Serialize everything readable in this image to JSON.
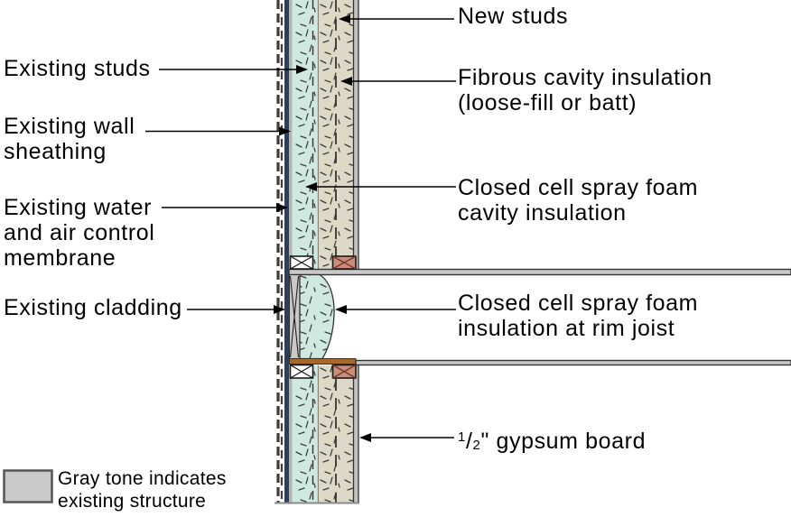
{
  "labels": {
    "existing_studs": {
      "line1": "Existing studs"
    },
    "existing_wall_sheathing": {
      "line1": "Existing wall",
      "line2": "sheathing"
    },
    "existing_membrane": {
      "line1": "Existing water",
      "line2": "and air control",
      "line3": "membrane"
    },
    "existing_cladding": {
      "line1": "Existing cladding"
    },
    "new_studs": {
      "line1": "New studs"
    },
    "fibrous_insulation": {
      "line1": "Fibrous cavity insulation",
      "line2": "(loose-fill or batt)"
    },
    "spray_foam_cavity": {
      "line1": "Closed cell spray foam",
      "line2": "cavity insulation"
    },
    "spray_foam_rim": {
      "line1": "Closed cell spray foam",
      "line2": "insulation at rim joist"
    },
    "gypsum_board": {
      "numerator": "1",
      "slash": "/",
      "denominator": "2",
      "rest": "\" gypsum board"
    },
    "legend": {
      "line1": "Gray tone indicates",
      "line2": "existing structure"
    }
  },
  "colors": {
    "spray_foam_teal": "#cfe9e0",
    "fibrous_beige": "#ded9c7",
    "existing_gray": "#c9c9c9",
    "gypsum_gray": "#c3c3c3",
    "membrane_navy": "#2e3e63",
    "new_wood_salmon": "#c98d7a",
    "subfloor_brown": "#a5692e"
  }
}
